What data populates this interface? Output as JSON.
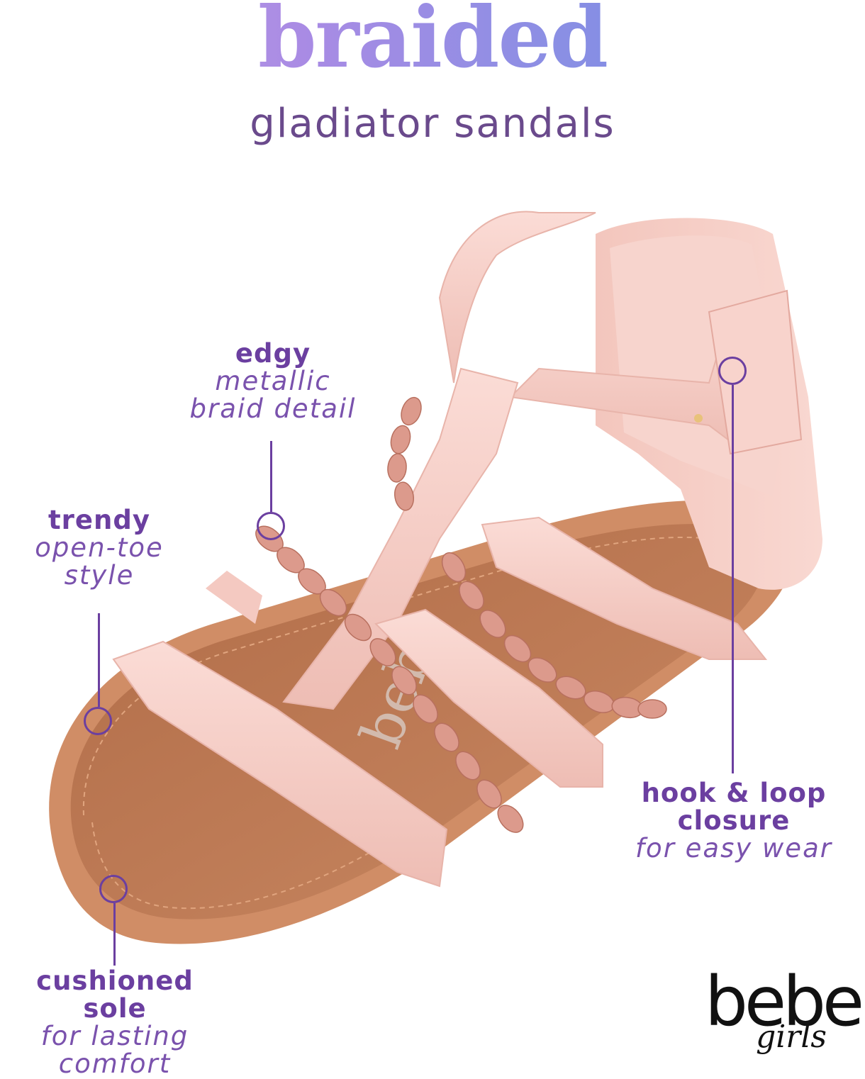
{
  "header": {
    "title": "braided",
    "subtitle": "gladiator sandals"
  },
  "callouts": {
    "edgy": {
      "bold": "edgy",
      "line1": "metallic",
      "line2": "braid detail"
    },
    "trendy": {
      "bold": "trendy",
      "line1": "open-toe",
      "line2": "style"
    },
    "closure": {
      "bold1": "hook & loop",
      "bold2": "closure",
      "line1": "for easy wear"
    },
    "sole": {
      "bold": "cushioned sole",
      "line1": "for lasting",
      "line2": "comfort"
    }
  },
  "brand": {
    "wordmark": "bebe",
    "sub": "girls"
  },
  "colors": {
    "accent": "#6b3fa0",
    "strap_pink": "#f6cfc9",
    "braid_rose_gold": "#d9968a",
    "footbed_tan": "#b8734f"
  }
}
